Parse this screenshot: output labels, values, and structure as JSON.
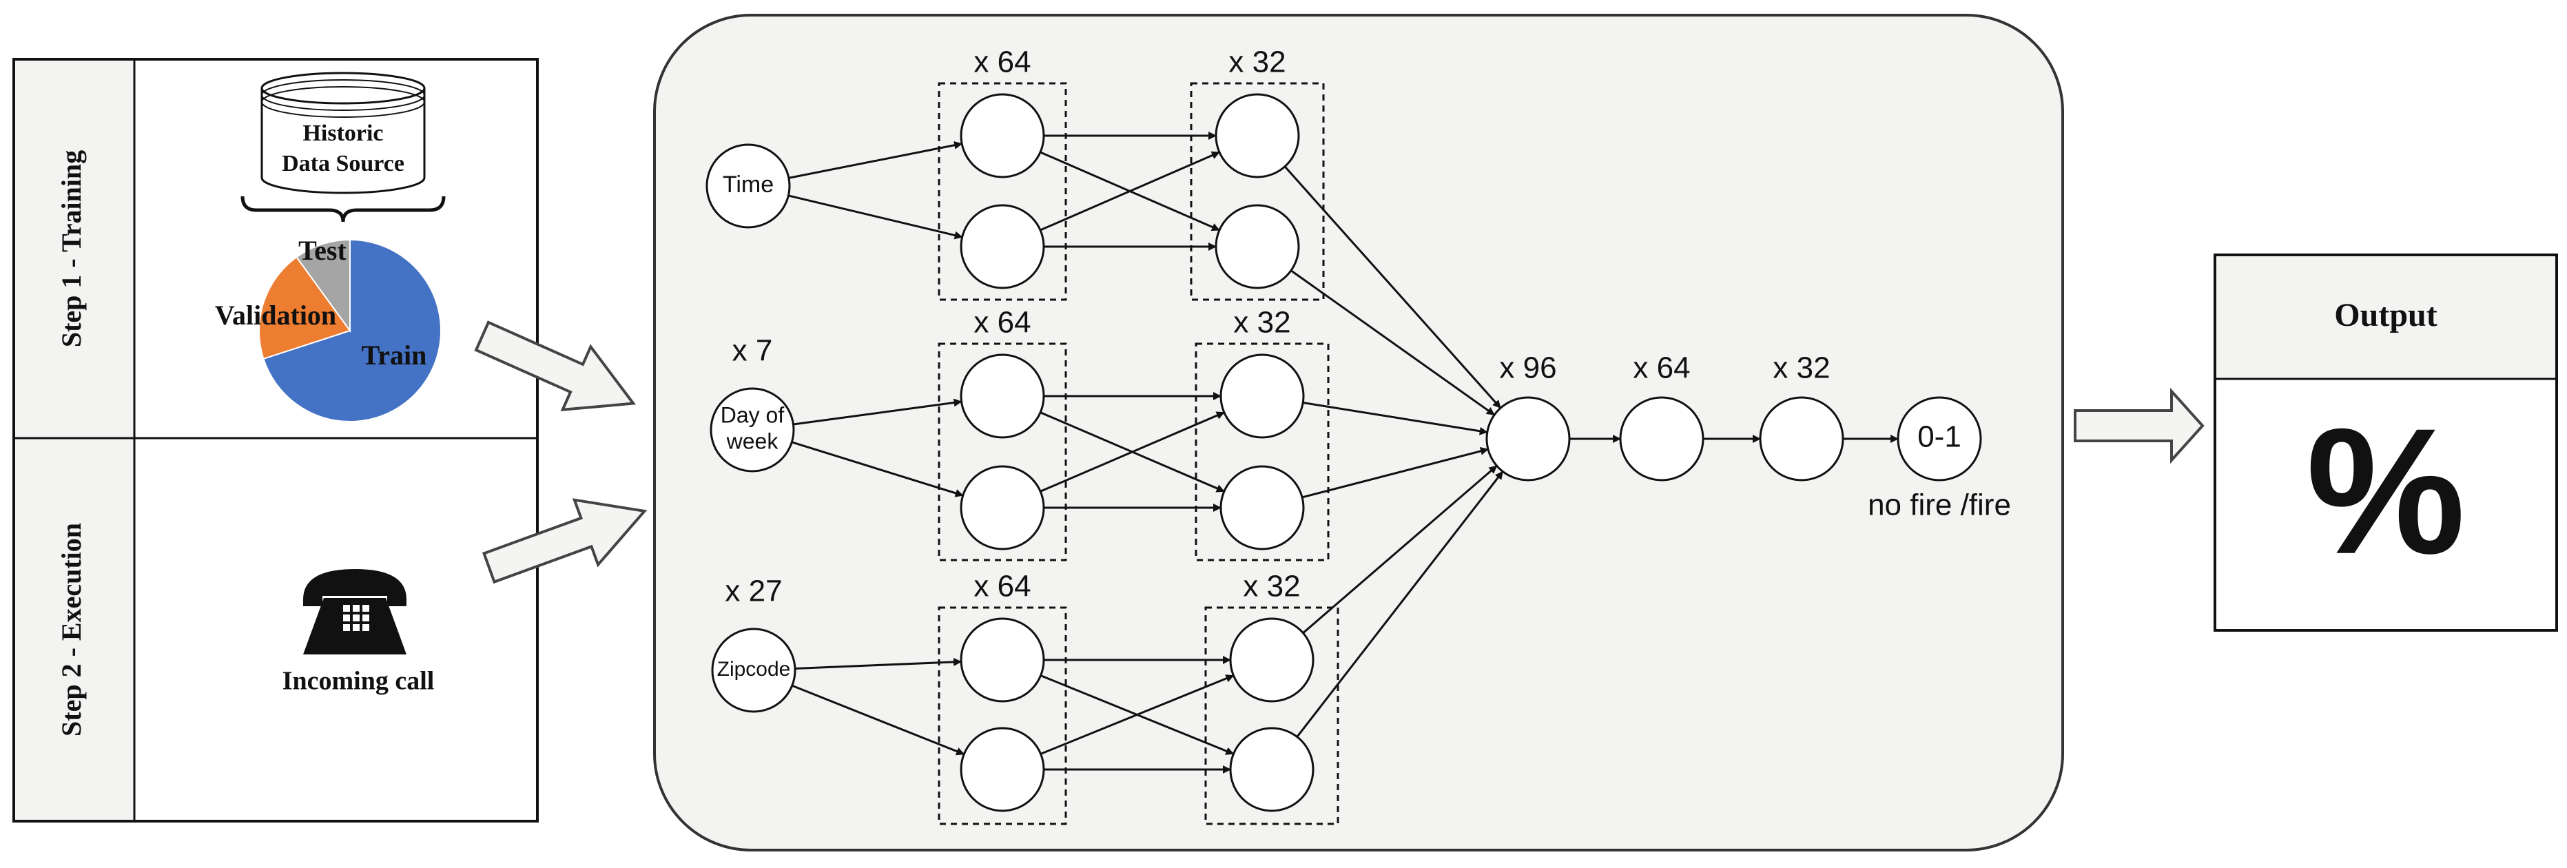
{
  "steps": {
    "step1_label": "Step 1 - Training",
    "step2_label": "Step 2 - Execution",
    "data_source_label_line1": "Historic",
    "data_source_label_line2": "Data Source",
    "pie": {
      "slices": [
        {
          "label": "Train",
          "value": 70,
          "color": "#4472c4"
        },
        {
          "label": "Validation",
          "value": 20,
          "color": "#ed7d31"
        },
        {
          "label": "Test",
          "value": 10,
          "color": "#a5a5a5"
        }
      ]
    },
    "incoming_call_label": "Incoming call"
  },
  "network": {
    "inputs": [
      {
        "label_lines": [
          "Time"
        ],
        "count_label": ""
      },
      {
        "label_lines": [
          "Day of",
          "week"
        ],
        "count_label": "x 7"
      },
      {
        "label_lines": [
          "Zipcode"
        ],
        "count_label": "x 27"
      }
    ],
    "branch_layer1_label": "x 64",
    "branch_layer2_label": "x 32",
    "merge_labels": [
      "x 96",
      "x 64",
      "x 32"
    ],
    "output_node_label": "0-1",
    "output_caption": "no fire /fire"
  },
  "output_panel": {
    "title": "Output",
    "symbol": "%"
  },
  "colors": {
    "panel_background": "#f3f4f2",
    "line": "#111111",
    "arrow_fill": "#f4f5f3"
  }
}
